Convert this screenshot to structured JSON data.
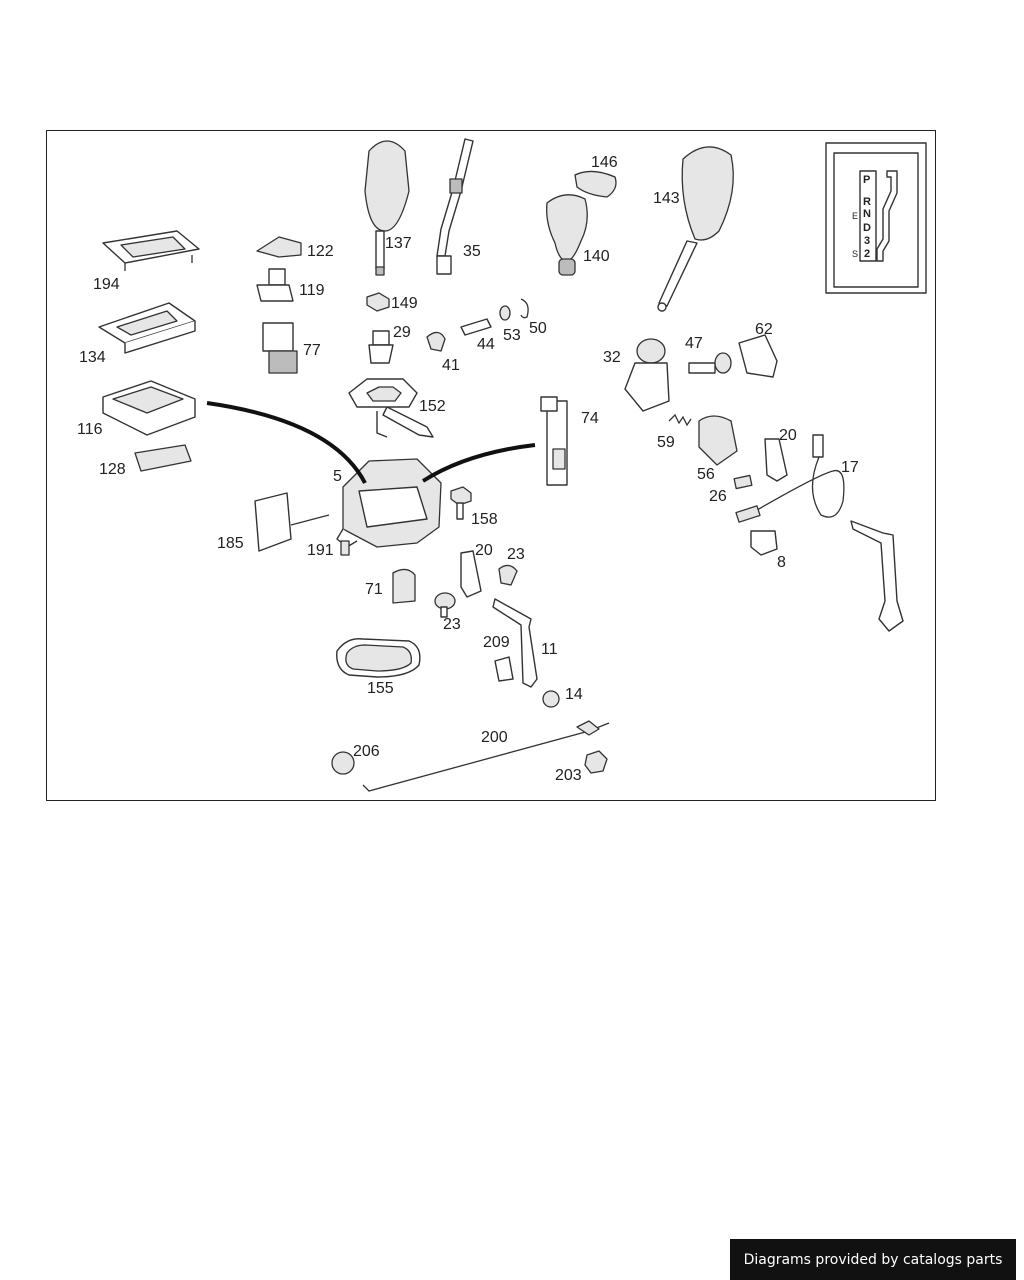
{
  "credit": "Diagrams provided by catalogs parts",
  "labels": {
    "l137": "137",
    "l35": "35",
    "l146": "146",
    "l143": "143",
    "l140": "140",
    "l194": "194",
    "l122": "122",
    "l119": "119",
    "l134": "134",
    "l77": "77",
    "l149": "149",
    "l29": "29",
    "l41": "41",
    "l44": "44",
    "l53": "53",
    "l50": "50",
    "l116": "116",
    "l152": "152",
    "l128": "128",
    "l74": "74",
    "l32": "32",
    "l47": "47",
    "l62": "62",
    "l59": "59",
    "l56": "56",
    "l20a": "20",
    "l26": "26",
    "l17": "17",
    "l8": "8",
    "l5": "5",
    "l158": "158",
    "l185": "185",
    "l191": "191",
    "l20b": "20",
    "l23a": "23",
    "l71": "71",
    "l23b": "23",
    "l209": "209",
    "l11": "11",
    "l155": "155",
    "l14": "14",
    "l200": "200",
    "l206": "206",
    "l203": "203"
  },
  "gate": {
    "P": "P",
    "R": "R",
    "N": "N",
    "D": "D",
    "E": "E",
    "S": "S",
    "n3": "3",
    "n2": "2"
  }
}
